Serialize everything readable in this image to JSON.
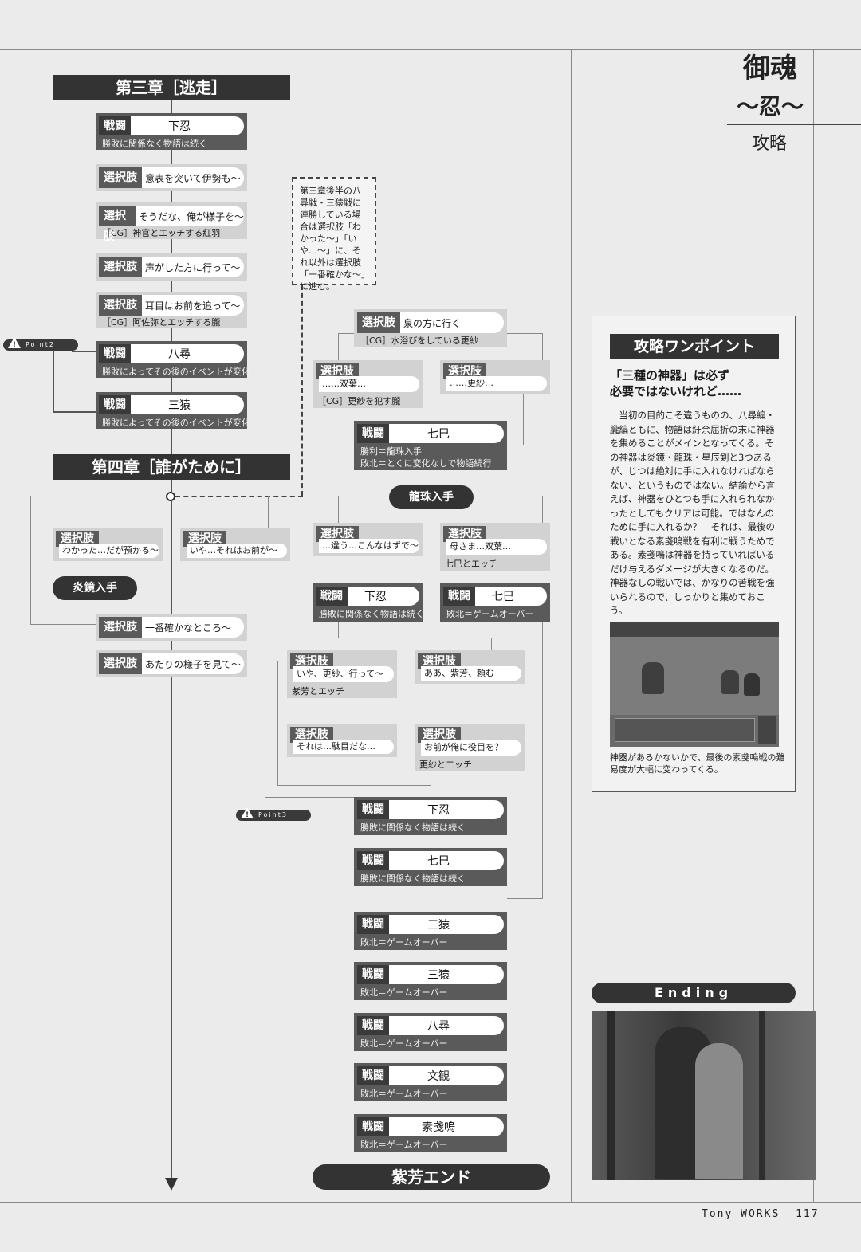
{
  "header": {
    "title_top": "御魂",
    "title_bottom": "～忍～",
    "subtitle": "攻略"
  },
  "chapter3": {
    "title": "第三章［逃走］"
  },
  "chapter4": {
    "title": "第四章［誰がために］"
  },
  "nodes": {
    "c3_battle1": {
      "tag": "戦闘",
      "val": "下忍",
      "sub": "勝敗に関係なく物語は続く"
    },
    "c3_choice1": {
      "tag": "選択肢",
      "val": "意表を突いて伊勢も～"
    },
    "c3_choice2": {
      "tag": "選択肢",
      "val": "そうだな、俺が様子を～",
      "sub": "［CG］神官とエッチする紅羽"
    },
    "c3_choice3": {
      "tag": "選択肢",
      "val": "声がした方に行って～"
    },
    "c3_choice4": {
      "tag": "選択肢",
      "val": "耳目はお前を追って～",
      "sub": "［CG］阿佐弥とエッチする朧"
    },
    "c3_battle2": {
      "tag": "戦闘",
      "val": "八尋",
      "sub": "勝敗によってその後のイベントが変化"
    },
    "c3_battle3": {
      "tag": "戦闘",
      "val": "三猿",
      "sub": "勝敗によってその後のイベントが変化"
    },
    "c4_choiceA": {
      "tag": "選択肢",
      "val": "わかった…だが預かる～"
    },
    "c4_choiceB": {
      "tag": "選択肢",
      "val": "いや…それはお前が～"
    },
    "c4_choiceC": {
      "tag": "選択肢",
      "val": "一番確かなところ～"
    },
    "c4_choiceD": {
      "tag": "選択肢",
      "val": "あたりの様子を見て～"
    },
    "m_choice1": {
      "tag": "選択肢",
      "val": "泉の方に行く",
      "sub": "［CG］水浴びをしている更紗"
    },
    "m_choice2": {
      "tag": "選択肢",
      "val": "……双葉…",
      "sub": "［CG］更紗を犯す朧"
    },
    "m_choice3": {
      "tag": "選択肢",
      "val": "……更紗…"
    },
    "m_battle1": {
      "tag": "戦闘",
      "val": "七巳",
      "sub": "勝利＝龍珠入手",
      "sub2": "敗北＝とくに変化なしで物語続行"
    },
    "m_choice4": {
      "tag": "選択肢",
      "val": "…違う…こんなはずで～"
    },
    "m_choice5": {
      "tag": "選択肢",
      "val": "母さま…双葉…",
      "sub": "七巳とエッチ"
    },
    "m_battle2": {
      "tag": "戦闘",
      "val": "下忍",
      "sub": "勝敗に関係なく物語は続く"
    },
    "m_battle3": {
      "tag": "戦闘",
      "val": "七巳",
      "sub": "敗北＝ゲームオーバー"
    },
    "m_choice6": {
      "tag": "選択肢",
      "val": "いや、更紗、行って～",
      "sub": "紫芳とエッチ"
    },
    "m_choice7": {
      "tag": "選択肢",
      "val": "ああ、紫芳、頼む"
    },
    "m_choice8": {
      "tag": "選択肢",
      "val": "それは…駄目だな…"
    },
    "m_choice9": {
      "tag": "選択肢",
      "val": "お前が俺に役目を？",
      "sub": "更紗とエッチ"
    },
    "b1": {
      "tag": "戦闘",
      "val": "下忍",
      "sub": "勝敗に関係なく物語は続く"
    },
    "b2": {
      "tag": "戦闘",
      "val": "七巳",
      "sub": "勝敗に関係なく物語は続く"
    },
    "b3": {
      "tag": "戦闘",
      "val": "三猿",
      "sub": "敗北＝ゲームオーバー"
    },
    "b4": {
      "tag": "戦闘",
      "val": "三猿",
      "sub": "敗北＝ゲームオーバー"
    },
    "b5": {
      "tag": "戦闘",
      "val": "八尋",
      "sub": "敗北＝ゲームオーバー"
    },
    "b6": {
      "tag": "戦闘",
      "val": "文観",
      "sub": "敗北＝ゲームオーバー"
    },
    "b7": {
      "tag": "戦闘",
      "val": "素戔嗚",
      "sub": "敗北＝ゲームオーバー"
    }
  },
  "pills": {
    "enkyo": "炎鏡入手",
    "ryuju": "龍珠入手",
    "ending": "紫芳エンド"
  },
  "note": {
    "text": "第三章後半の八尋戦・三猿戦に連勝している場合は選択肢「わかった～」「いや…～」に、それ以外は選択肢「一番確かな～」に進む。"
  },
  "points": {
    "p2": "Point2",
    "p3": "Point3"
  },
  "sidebar": {
    "heading": "攻略ワンポイント",
    "lead_line1": "「三種の神器」は必ず",
    "lead_line2": "必要ではないけれど……",
    "body": "当初の目的こそ違うものの、八尋編・朧編ともに、物語は紆余屈折の末に神器を集めることがメインとなってくる。その神器は炎鏡・龍珠・星辰剣と3つあるが、じつは絶対に手に入れなければならない、というものではない。結論から言えば、神器をひとつも手に入れられなかったとしてもクリアは可能。ではなんのために手に入れるか？　それは、最後の戦いとなる素戔嗚戦を有利に戦うためである。素戔嗚は神器を持っていればいるだけ与えるダメージが大きくなるのだ。神器なしの戦いでは、かなりの苦戦を強いられるので、しっかりと集めておこう。",
    "caption": "神器があるかないかで、最後の素戔嗚戦の難易度が大幅に変わってくる。",
    "ending_label": "Ending"
  },
  "footer": {
    "brand": "Tony WORKS",
    "page": "117"
  }
}
